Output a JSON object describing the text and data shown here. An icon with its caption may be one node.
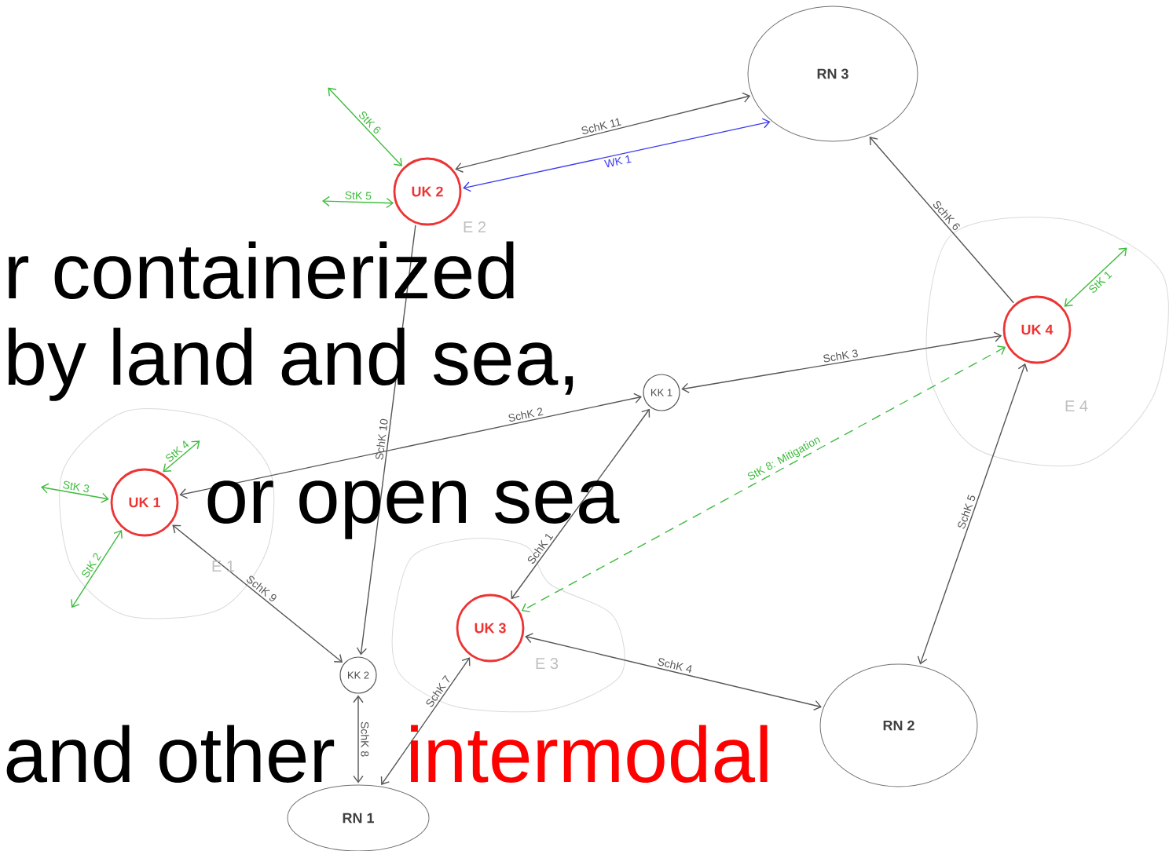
{
  "diagram": {
    "nodes": [
      {
        "text": [
          "RN 3"
        ]
      },
      {
        "text": [
          "UK 2"
        ]
      },
      {
        "text": [
          "UK 4"
        ]
      },
      {
        "text": [
          "KK 1"
        ]
      },
      {
        "text": [
          "UK 1"
        ]
      },
      {
        "text": [
          "KK 2"
        ]
      },
      {
        "text": [
          "UK 3"
        ]
      },
      {
        "text": [
          "RN 2"
        ]
      },
      {
        "text": [
          "RN 1"
        ]
      }
    ],
    "edges": [
      {
        "from": 1,
        "to": 0,
        "arrow": "both",
        "label": "SchK 11"
      },
      {
        "from": 1,
        "to": 0,
        "arrow": "both",
        "label": "WK 1",
        "color": "#3a3aee"
      },
      {
        "from": null,
        "to": 1,
        "arrow": "both",
        "label": "StK 6",
        "color": "#3cbb3c"
      },
      {
        "from": null,
        "to": 1,
        "arrow": "both",
        "label": "StK 5",
        "color": "#3cbb3c"
      },
      {
        "from": 2,
        "to": 0,
        "arrow": "to",
        "label": "SchK 6"
      },
      {
        "from": null,
        "to": 2,
        "arrow": "both",
        "label": "StK 1",
        "color": "#3cbb3c"
      },
      {
        "from": 3,
        "to": 2,
        "arrow": "both",
        "label": "SchK 3"
      },
      {
        "from": 4,
        "to": 3,
        "arrow": "both",
        "label": "SchK 2"
      },
      {
        "from": 1,
        "to": 5,
        "arrow": "to",
        "label": "SchK 10"
      },
      {
        "from": 3,
        "to": 6,
        "arrow": "both",
        "label": "SchK 1"
      },
      {
        "from": 2,
        "to": 6,
        "arrow": "both",
        "label": "StK 8: Mitigation",
        "style": "dashed",
        "color": "#3cbb3c"
      },
      {
        "from": null,
        "to": 4,
        "arrow": "both",
        "label": "StK 4",
        "color": "#3cbb3c"
      },
      {
        "from": null,
        "to": 4,
        "arrow": "both",
        "label": "StK 3",
        "color": "#3cbb3c"
      },
      {
        "from": null,
        "to": 4,
        "arrow": "both",
        "label": "StK 2",
        "color": "#3cbb3c"
      },
      {
        "from": 4,
        "to": 5,
        "arrow": "both",
        "label": "SchK 9"
      },
      {
        "from": 2,
        "to": 7,
        "arrow": "both",
        "label": "SchK 5"
      },
      {
        "from": 6,
        "to": 7,
        "arrow": "both",
        "label": "SchK 4"
      },
      {
        "from": 6,
        "to": 8,
        "arrow": "both",
        "label": "SchK 7"
      },
      {
        "from": 5,
        "to": 8,
        "arrow": "both",
        "label": "SchK 8"
      }
    ],
    "labels": [
      "E 2",
      "r containerized",
      "by land and sea,",
      "E 4",
      "or open sea",
      "E 1",
      "E 3",
      "and other",
      "intermodal"
    ]
  }
}
